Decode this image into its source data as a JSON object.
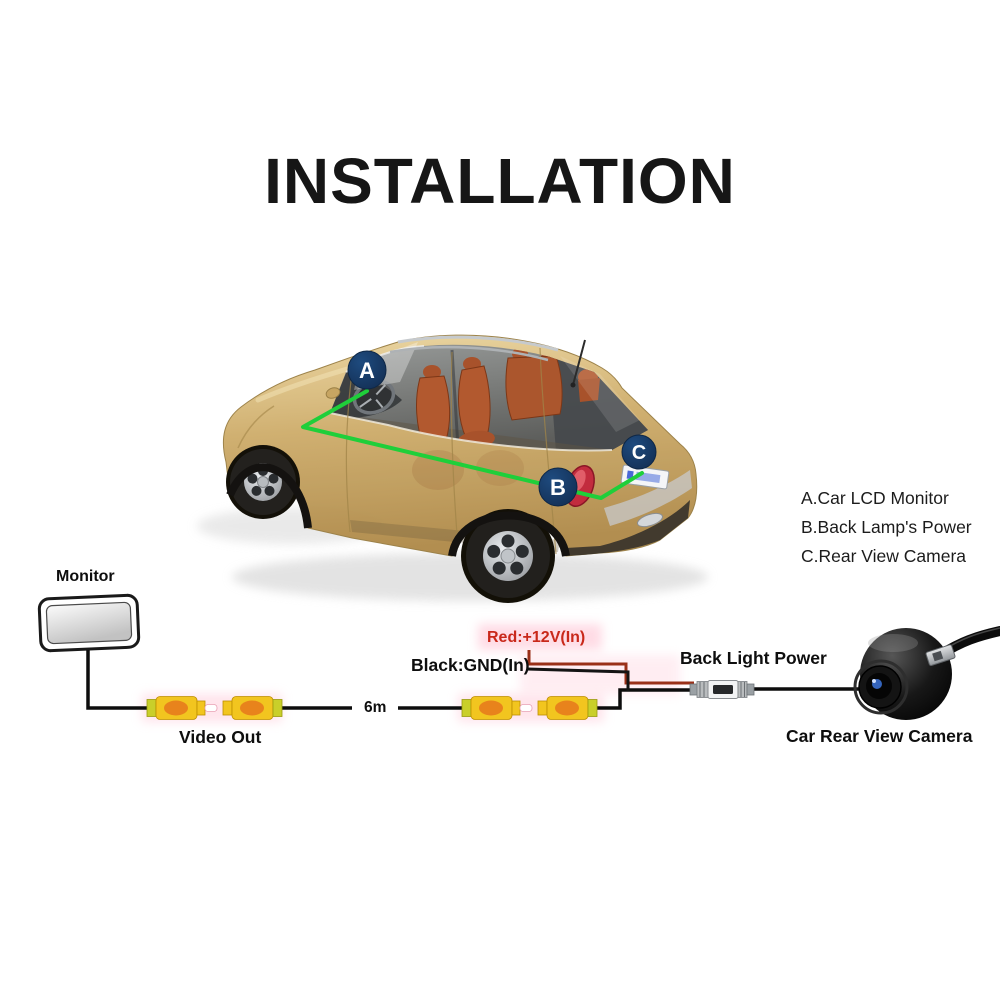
{
  "title": "INSTALLATION",
  "car_diagram": {
    "markers": [
      {
        "letter": "A"
      },
      {
        "letter": "B"
      },
      {
        "letter": "C"
      }
    ]
  },
  "legend": {
    "items": [
      {
        "label": "A.Car LCD Monitor"
      },
      {
        "label": "B.Back Lamp's Power"
      },
      {
        "label": "C.Rear View Camera"
      }
    ]
  },
  "wiring": {
    "monitor_label": "Monitor",
    "video_out_label": "Video Out",
    "cable_length_label": "6m",
    "ground_wire_label": "Black:GND(In)",
    "power_wire_label": "Red:+12V(In)",
    "back_light_power_label": "Back Light Power",
    "camera_label": "Car Rear View Camera"
  },
  "colors": {
    "route_line_green": "#1fcf3a",
    "marker_navy": "#143560",
    "power_label_red": "#c9281a",
    "rca_connector_yellow": "#f2c51f",
    "rca_connector_orange": "#e8831c",
    "car_body_gold": "#cfae6d"
  }
}
